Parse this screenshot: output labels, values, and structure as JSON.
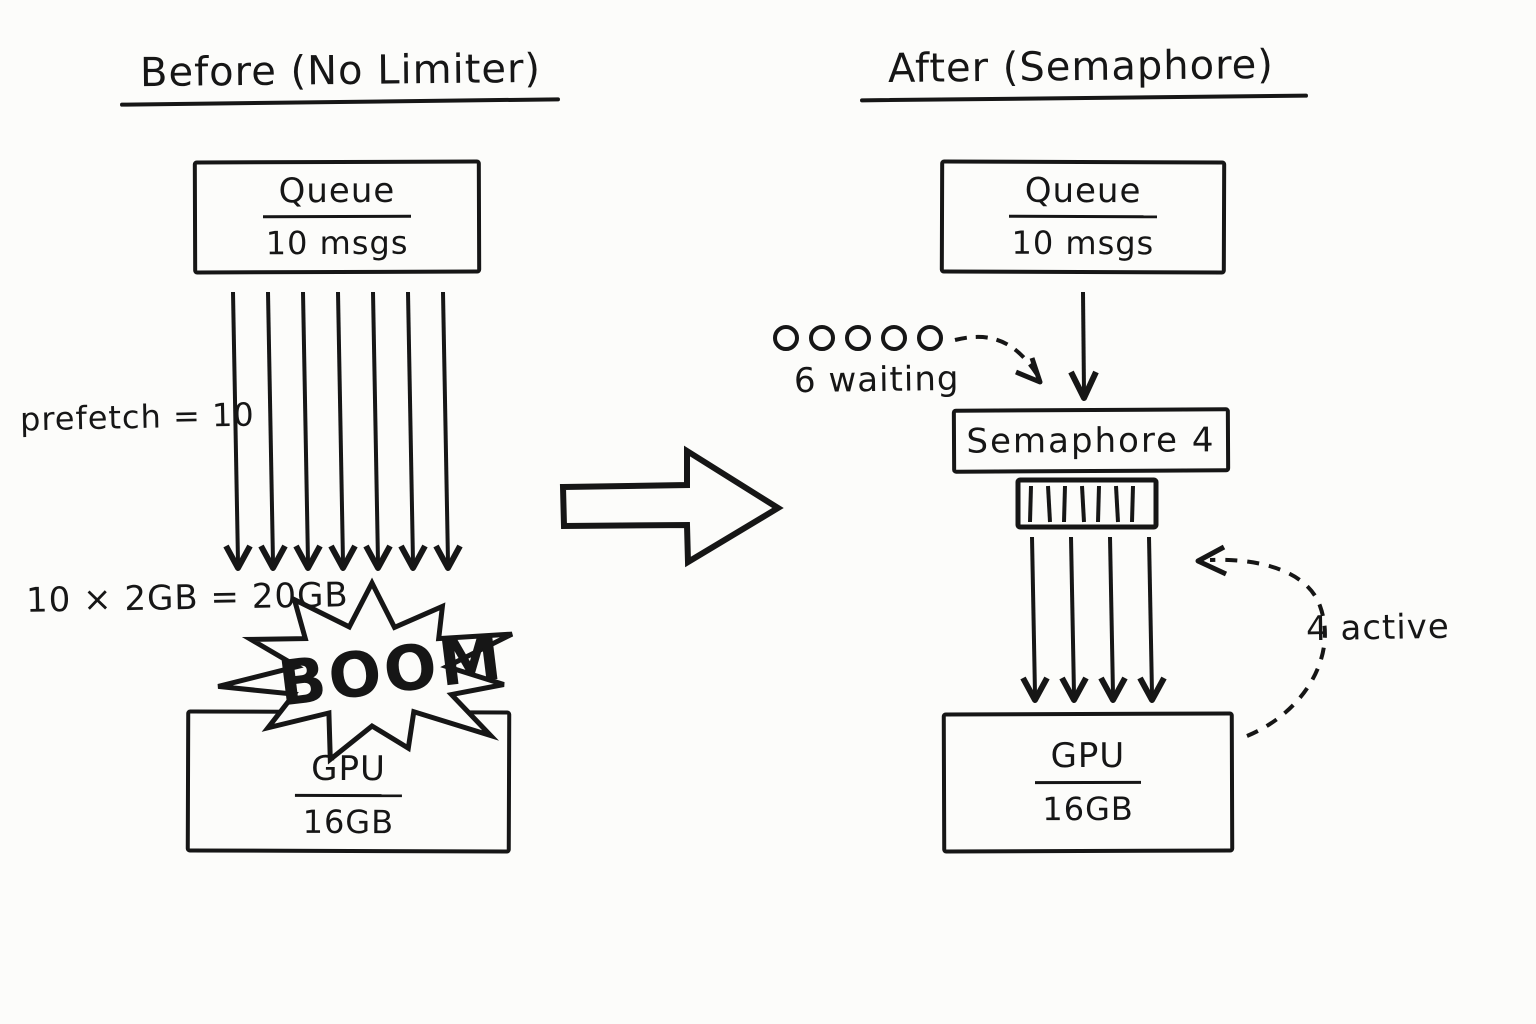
{
  "colors": {
    "ink": "#161616",
    "background": "#fcfcfa"
  },
  "before": {
    "title": "Before (No Limiter)",
    "queue": {
      "title": "Queue",
      "subtitle": "10 msgs"
    },
    "prefetch_label": "prefetch = 10",
    "prefetch_arrow_count": 7,
    "memory_label": "10 × 2GB = 20GB",
    "boom_label": "BOOM",
    "gpu": {
      "title": "GPU",
      "subtitle": "16GB"
    }
  },
  "after": {
    "title": "After (Semaphore)",
    "queue": {
      "title": "Queue",
      "subtitle": "10 msgs"
    },
    "waiting": {
      "label": "6 waiting",
      "circle_count": 5
    },
    "semaphore_label": "Semaphore 4",
    "gate_slot_count": 7,
    "active_label": "4 active",
    "active_arrow_count": 4,
    "gpu": {
      "title": "GPU",
      "subtitle": "16GB"
    }
  }
}
